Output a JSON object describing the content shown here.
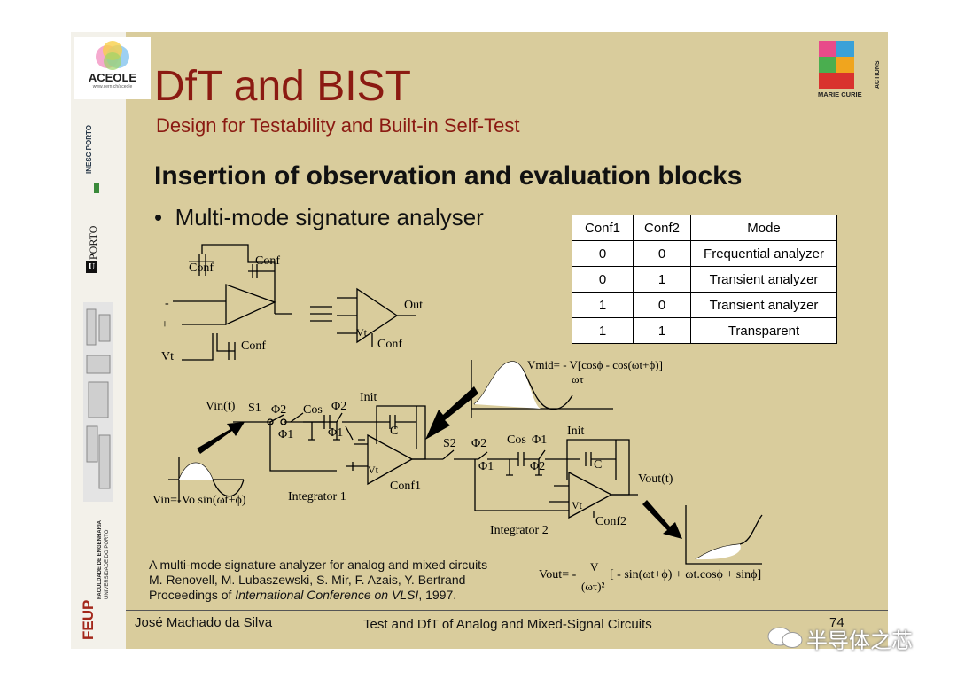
{
  "header": {
    "title": "DfT and BIST",
    "subtitle": "Design for Testability and Built-in Self-Test"
  },
  "section_heading": "Insertion of observation and evaluation blocks",
  "bullet": "Multi-mode signature analyser",
  "logos": {
    "aceole_name": "ACEOLE",
    "aceole_url": "www.cern.ch/aceole",
    "inesc": "INESC PORTO",
    "uporto": "PORTO",
    "uporto_letter": "U",
    "feup": "FEUP",
    "feup_line1": "FACULDADE DE ENGENHARIA",
    "feup_line2": "UNIVERSIDADE DO PORTO",
    "marie_curie": "MARIE CURIE",
    "actions": "ACTIONS"
  },
  "mode_table": {
    "headers": [
      "Conf1",
      "Conf2",
      "Mode"
    ],
    "rows": [
      [
        "0",
        "0",
        "Frequential analyzer"
      ],
      [
        "0",
        "1",
        "Transient analyzer"
      ],
      [
        "1",
        "0",
        "Transient analyzer"
      ],
      [
        "1",
        "1",
        "Transparent"
      ]
    ]
  },
  "circuit": {
    "conf_bar": "Conf",
    "conf": "Conf",
    "minus": "-",
    "plus": "+",
    "vt": "Vt",
    "out": "Out",
    "vin_t": "Vin(t)",
    "s1": "S1",
    "s2": "S2",
    "phi1": "Φ1",
    "phi2": "Φ2",
    "cos": "Cos",
    "init": "Init",
    "c": "C",
    "conf1": "Conf1",
    "conf2": "Conf2",
    "integrator1": "Integrator 1",
    "integrator2": "Integrator 2",
    "vin_eq": "Vin=-Vo sin(ωt+ϕ)",
    "vmid_eq": "Vmid= - V[cosϕ - cos(ωt+ϕ)]",
    "vmid_den": "ωτ",
    "vout_t": "Vout(t)",
    "vout_eq_lead": "Vout= -",
    "vout_num": "V",
    "vout_den": "(ωτ)²",
    "vout_eq_tail": "[ - sin(ωt+ϕ) + ωt.cosϕ + sinϕ]"
  },
  "reference": {
    "line1": "A multi-mode signature analyzer for analog and mixed circuits",
    "line2": "M. Renovell, M. Lubaszewski, S. Mir, F. Azais, Y. Bertrand",
    "line3_prefix": "Proceedings of ",
    "line3_journal": "International Conference on VLSI",
    "line3_suffix": ", 1997."
  },
  "footer": {
    "author": "José Machado da Silva",
    "course": "Test and DfT of Analog and Mixed-Signal Circuits",
    "page": "74"
  },
  "watermark": "半导体之芯"
}
